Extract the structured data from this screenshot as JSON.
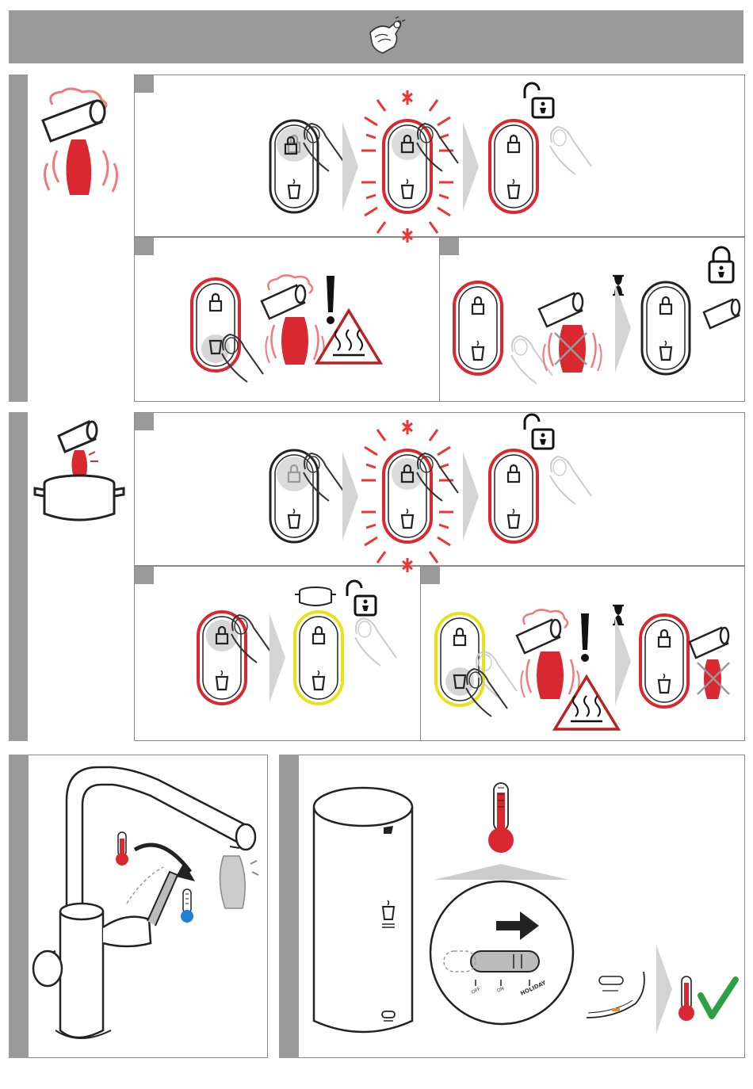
{
  "colors": {
    "header_gray": "#9a9a9a",
    "hot_red": "#d9282f",
    "light_red": "#f07a7a",
    "child_lock_yellow": "#e7e21a",
    "cold_blue": "#1f7fd0",
    "check_green": "#2ea043"
  },
  "icons": {
    "header": "hand-press-icon",
    "hot_water": "hot-water-steam-icon",
    "pot": "cooking-pot-icon",
    "lock": "lock-icon",
    "unlock": "child-lock-open-icon",
    "cup": "cup-icon",
    "hourglass": "hourglass-icon",
    "warning": "exclamation-icon",
    "hot_surface": "hot-surface-warning-icon",
    "thermometer": "thermometer-icon",
    "checkmark": "checkmark-icon",
    "arrow": "arrow-right-icon"
  },
  "boiler_switch": {
    "off_label": "OFF",
    "on_label": "ON",
    "holiday_label": "HOLIDAY"
  }
}
